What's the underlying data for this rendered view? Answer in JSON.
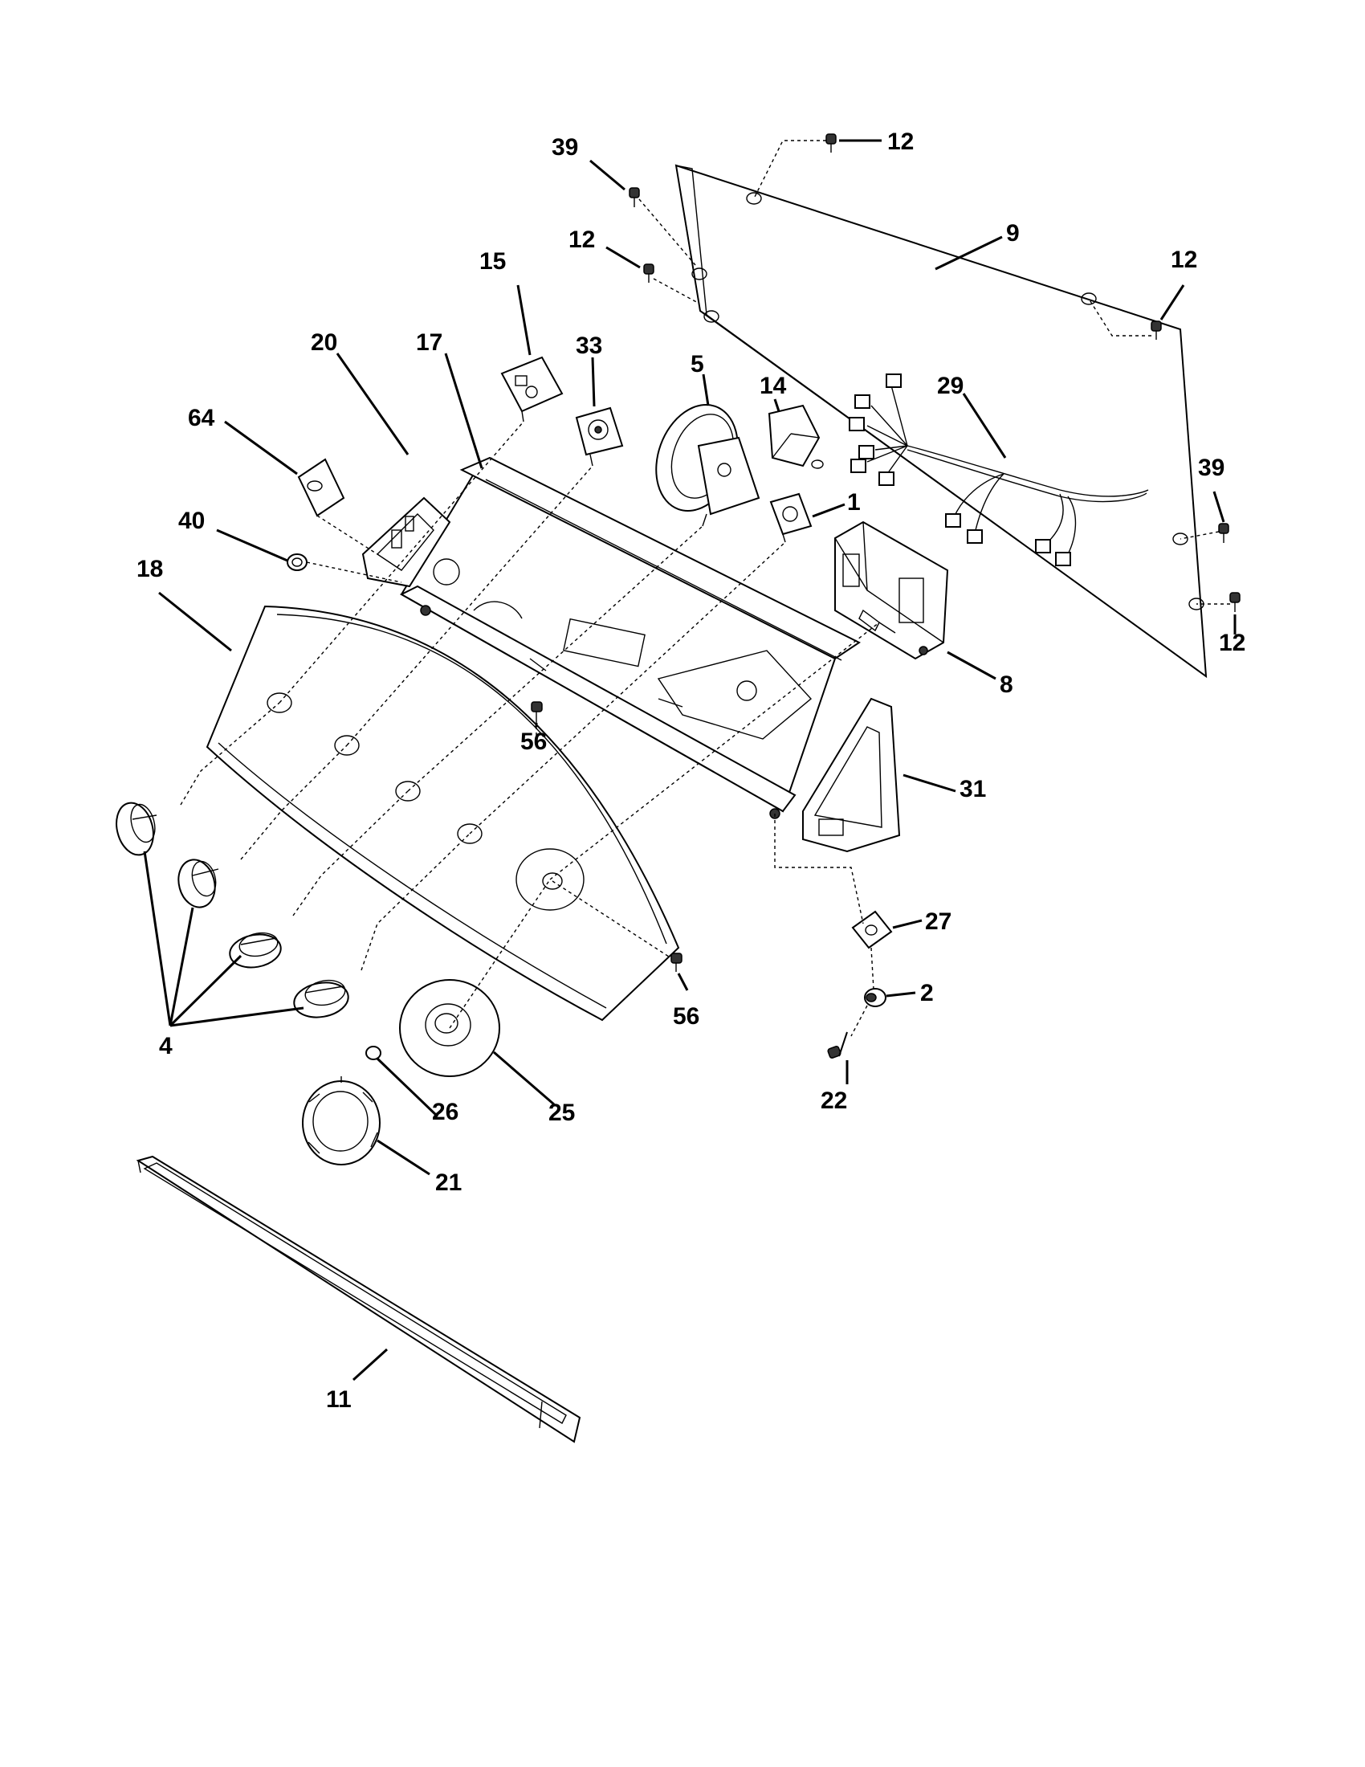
{
  "diagram": {
    "labels": {
      "p1": "1",
      "p2": "2",
      "p4": "4",
      "p5": "5",
      "p8": "8",
      "p9": "9",
      "p11": "11",
      "p12a": "12",
      "p12b": "12",
      "p12c": "12",
      "p12d": "12",
      "p14": "14",
      "p15": "15",
      "p17": "17",
      "p18": "18",
      "p20": "20",
      "p21": "21",
      "p22": "22",
      "p25": "25",
      "p26": "26",
      "p27": "27",
      "p29": "29",
      "p31": "31",
      "p33": "33",
      "p39a": "39",
      "p39b": "39",
      "p40": "40",
      "p56a": "56",
      "p56b": "56",
      "p64": "64"
    }
  }
}
